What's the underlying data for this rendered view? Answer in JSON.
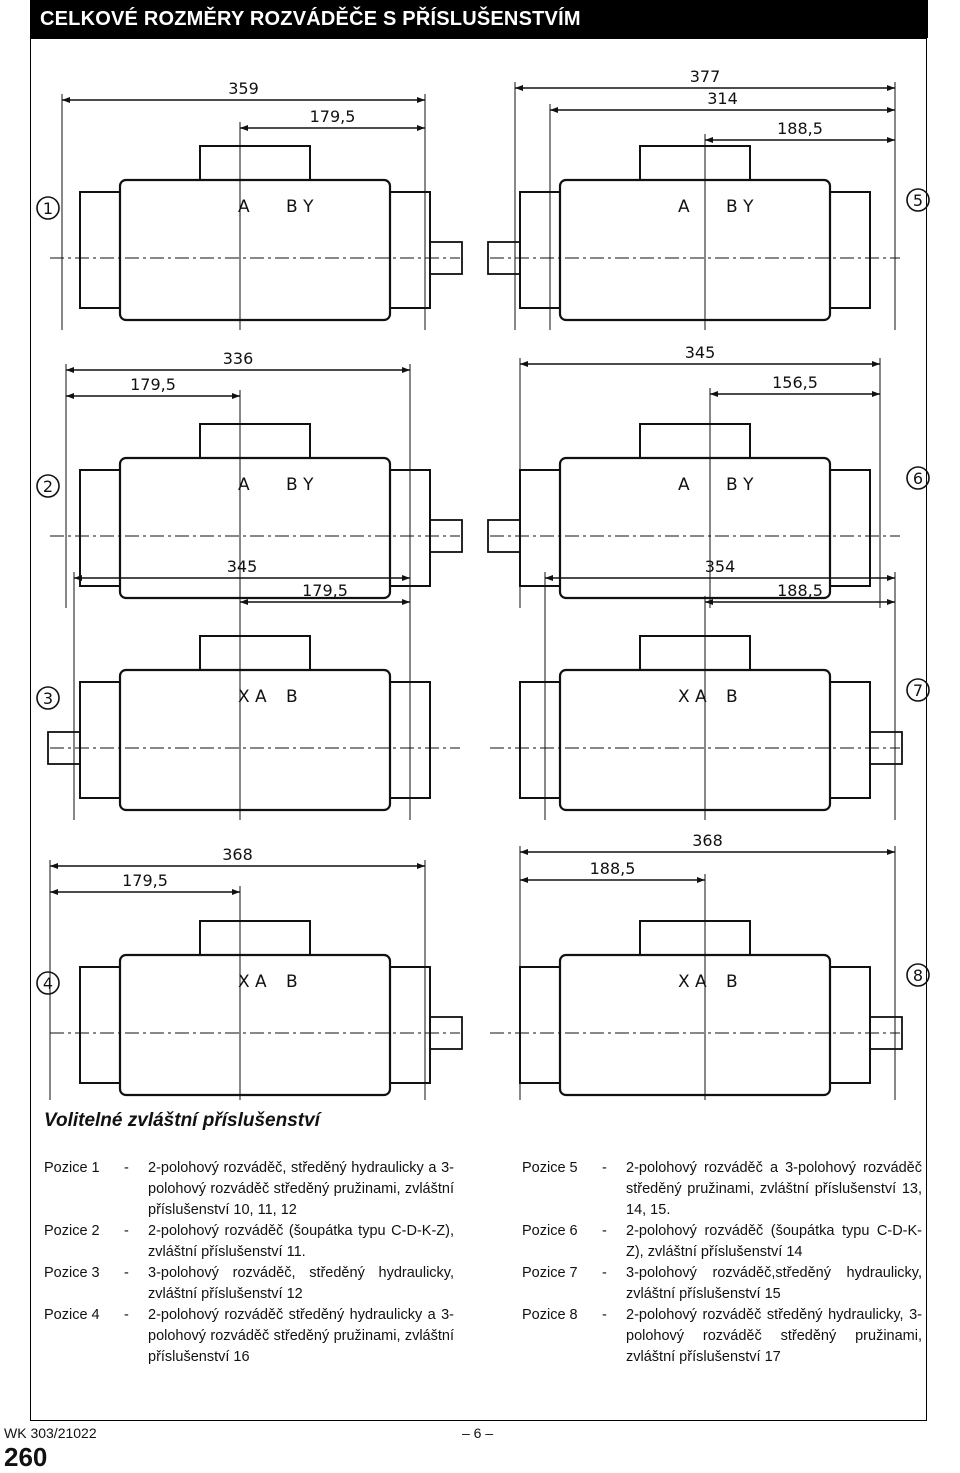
{
  "header": {
    "title": "CELKOVÉ ROZMĚRY ROZVÁDĚČE S PŘÍSLUŠENSTVÍM"
  },
  "drawings": [
    {
      "position": "1",
      "dims": [
        "359",
        "179,5"
      ],
      "ports": [
        "A",
        "B Y"
      ]
    },
    {
      "position": "5",
      "dims": [
        "377",
        "314",
        "188,5"
      ],
      "ports": [
        "A",
        "B Y"
      ]
    },
    {
      "position": "2",
      "dims": [
        "336",
        "179,5"
      ],
      "ports": [
        "A",
        "B Y"
      ]
    },
    {
      "position": "6",
      "dims": [
        "345",
        "156,5"
      ],
      "ports": [
        "A",
        "B Y"
      ]
    },
    {
      "position": "3",
      "dims": [
        "345",
        "179,5"
      ],
      "ports": [
        "X A",
        "B"
      ]
    },
    {
      "position": "7",
      "dims": [
        "354",
        "188,5"
      ],
      "ports": [
        "X A",
        "B"
      ]
    },
    {
      "position": "4",
      "dims": [
        "368",
        "179,5"
      ],
      "ports": [
        "X A",
        "B"
      ]
    },
    {
      "position": "8",
      "dims": [
        "368",
        "188,5"
      ],
      "ports": [
        "X A",
        "B"
      ]
    }
  ],
  "accessories": {
    "title": "Volitelné zvláštní příslušenství",
    "left": [
      {
        "label": "Pozice 1",
        "sep": "-",
        "text": "2-polohový rozváděč, středěný hydraulicky a 3-polohový rozváděč středěný pružinami, zvláštní příslušenství 10, 11, 12"
      },
      {
        "label": "Pozice 2",
        "sep": "-",
        "text": "2-polohový rozváděč (šoupátka typu C-D-K-Z), zvláštní příslušenství 11."
      },
      {
        "label": "Pozice 3",
        "sep": "-",
        "text": "3-polohový rozváděč, středěný hydraulicky, zvláštní příslušenství 12"
      },
      {
        "label": "Pozice 4",
        "sep": "-",
        "text": "2-polohový rozváděč středěný hydraulicky a 3-polohový rozváděč středěný pružinami, zvláštní příslušenství 16"
      }
    ],
    "right": [
      {
        "label": "Pozice 5",
        "sep": "-",
        "text": "2-polohový rozváděč a 3-polohový rozváděč středěný pružinami, zvláštní příslušenství 13, 14, 15."
      },
      {
        "label": "Pozice 6",
        "sep": "-",
        "text": "2-polohový rozváděč (šoupátka typu C-D-K-Z), zvláštní příslušenství 14"
      },
      {
        "label": "Pozice 7",
        "sep": "-",
        "text": "3-polohový rozváděč,středěný hydraulicky, zvláštní příslušenství 15"
      },
      {
        "label": "Pozice 8",
        "sep": "-",
        "text": "2-polohový rozváděč středěný hydraulicky, 3-polohový rozváděč středěný pružinami, zvláštní příslušenství 17"
      }
    ]
  },
  "footer": {
    "doc_number": "WK 303/21022",
    "page": "– 6 –",
    "page_number": "260"
  }
}
